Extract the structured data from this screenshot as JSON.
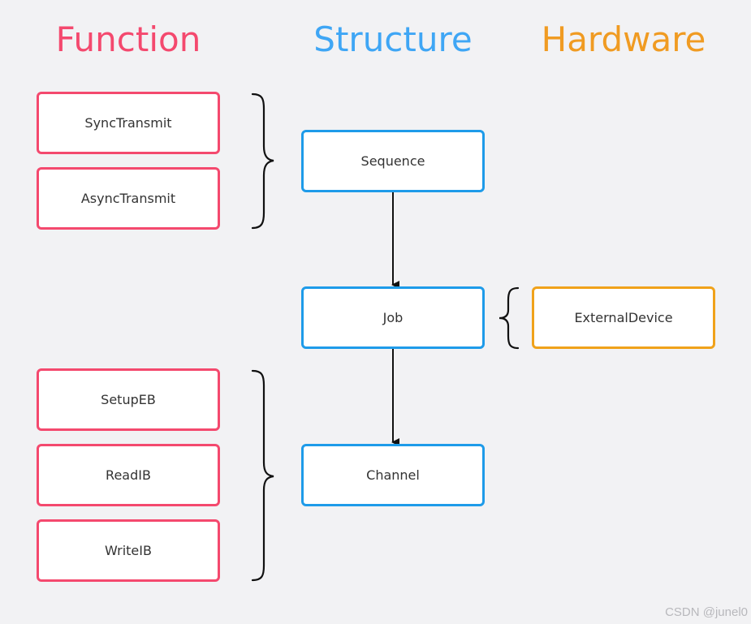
{
  "headings": {
    "function": "Function",
    "structure": "Structure",
    "hardware": "Hardware"
  },
  "function_nodes": [
    "SyncTransmit",
    "AsyncTransmit",
    "SetupEB",
    "ReadIB",
    "WriteIB"
  ],
  "structure_nodes": [
    "Sequence",
    "Job",
    "Channel"
  ],
  "hardware_nodes": [
    "ExternalDevice"
  ],
  "colors": {
    "function": "#f4496e",
    "structure": "#1e9be9",
    "hardware": "#f0a21a",
    "background": "#f2f2f4",
    "connector": "#111111"
  },
  "watermark": "CSDN @junel0"
}
